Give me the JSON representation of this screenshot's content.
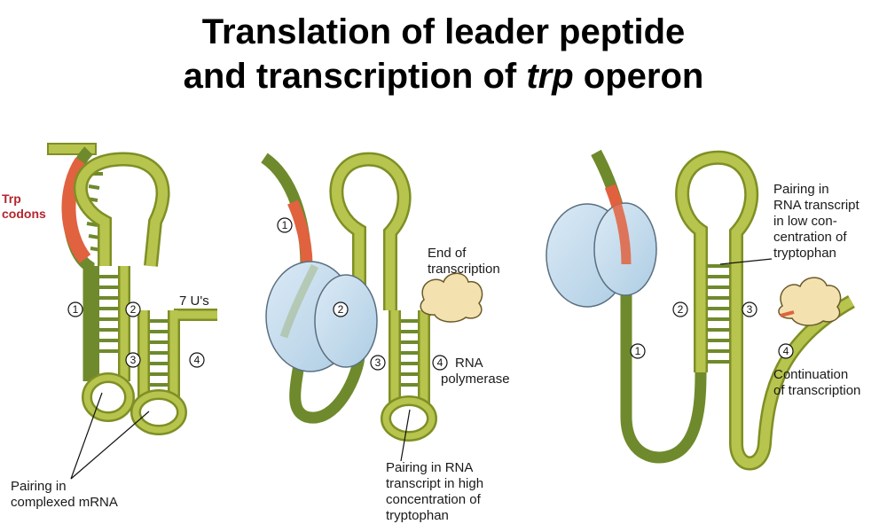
{
  "title": {
    "line1": "Translation of leader peptide",
    "line2_prefix": "and transcription of ",
    "line2_italic": "trp",
    "line2_suffix": " operon"
  },
  "panel_left": {
    "trp_codons_line1": "Trp",
    "trp_codons_line2": "codons",
    "label_7us": "7 U's",
    "pairing_line1": "Pairing in",
    "pairing_line2": "complexed mRNA",
    "region_numbers": [
      "1",
      "2",
      "3",
      "4"
    ]
  },
  "panel_middle": {
    "end_line1": "End of",
    "end_line2": "transcription",
    "rnap_line1": "RNA",
    "rnap_line2": "polymerase",
    "pairing_line1": "Pairing in RNA",
    "pairing_line2": "transcript in high",
    "pairing_line3": "concentration of",
    "pairing_line4": "tryptophan",
    "region_numbers": [
      "1",
      "2",
      "3",
      "4"
    ]
  },
  "panel_right": {
    "pairing_line1": "Pairing in",
    "pairing_line2": "RNA transcript",
    "pairing_line3": "in low con-",
    "pairing_line4": "centration of",
    "pairing_line5": "tryptophan",
    "cont_line1": "Continuation",
    "cont_line2": "of transcription",
    "region_numbers": [
      "1",
      "2",
      "3",
      "4"
    ]
  },
  "colors": {
    "rna_light": "#b7c44d",
    "rna_outline": "#7f8f25",
    "rna_dark": "#6e8a2c",
    "trp_codon": "#e0623f",
    "ribosome": "#c7dff0",
    "ribosome_outline": "#5a6f80",
    "polymerase": "#f3e2b0",
    "label_red": "#b3262e"
  }
}
